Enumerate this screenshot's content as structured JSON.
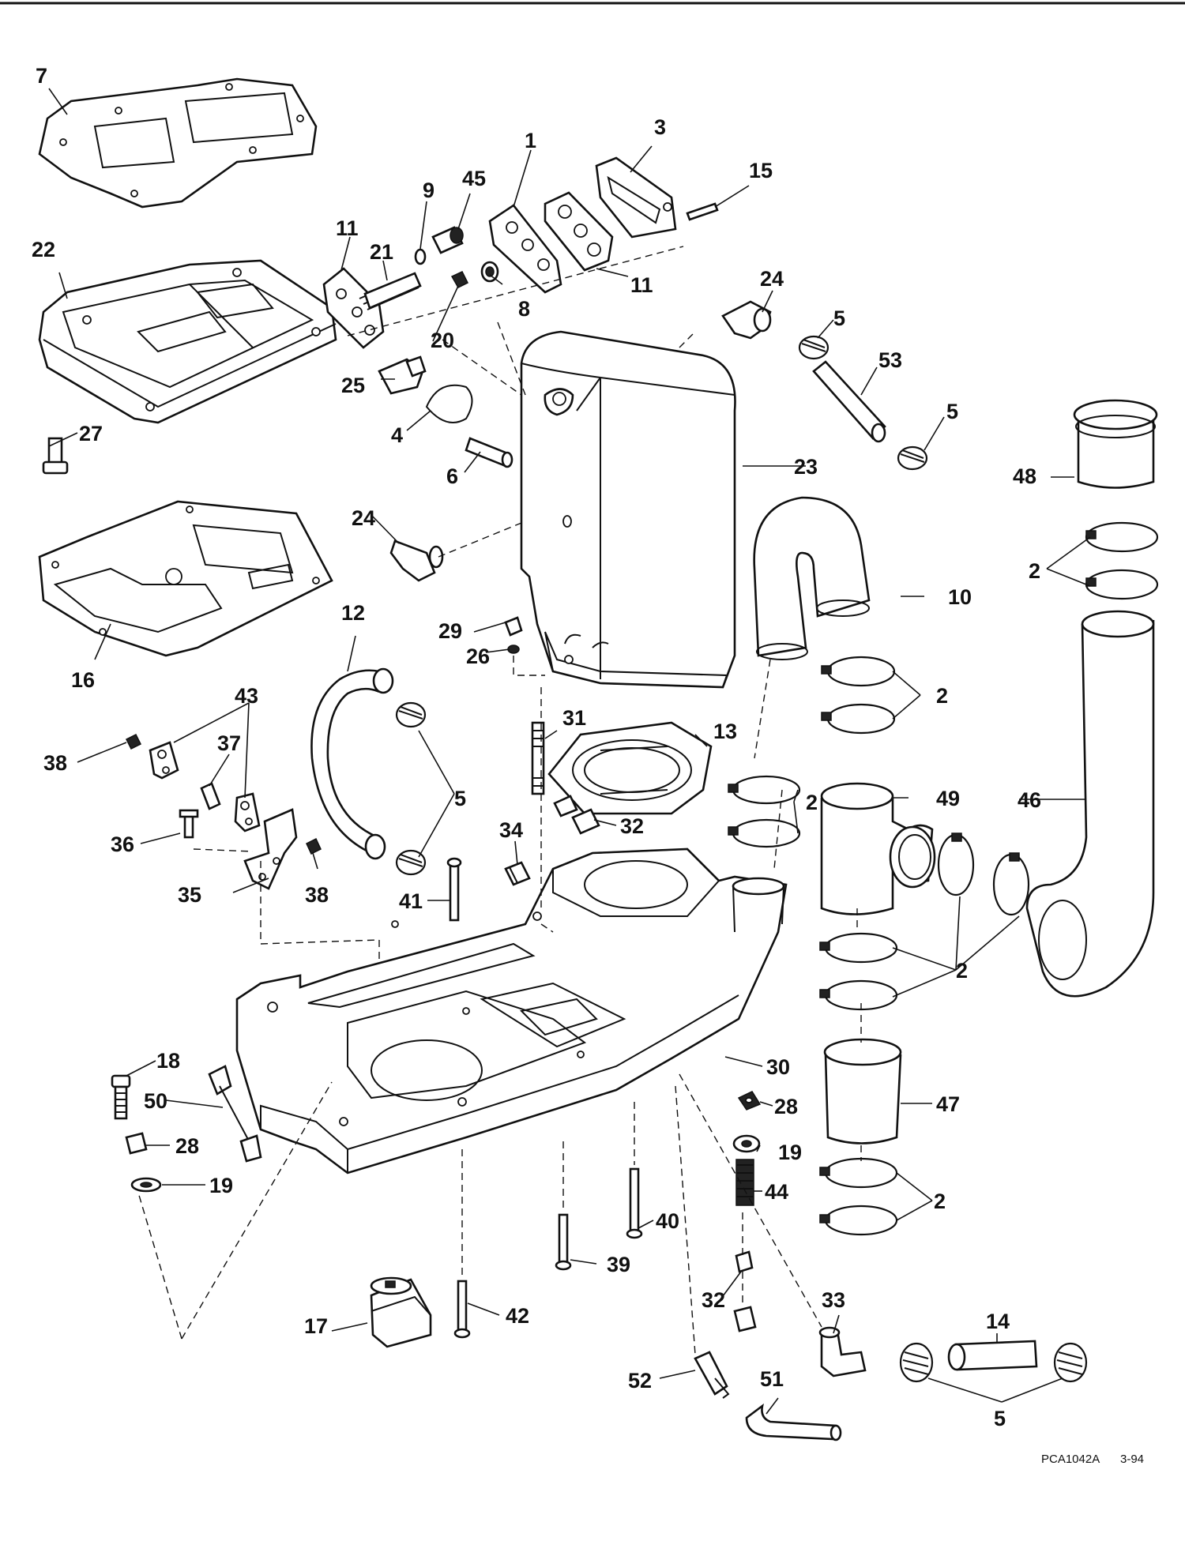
{
  "diagram": {
    "drawing_code": "PCA1042A",
    "revision_date": "3-94",
    "callouts": [
      {
        "id": "c7",
        "label": "7"
      },
      {
        "id": "c3",
        "label": "3"
      },
      {
        "id": "c1",
        "label": "1"
      },
      {
        "id": "c45",
        "label": "45"
      },
      {
        "id": "c9",
        "label": "9"
      },
      {
        "id": "c15",
        "label": "15"
      },
      {
        "id": "c22",
        "label": "22"
      },
      {
        "id": "c11a",
        "label": "11"
      },
      {
        "id": "c21",
        "label": "21"
      },
      {
        "id": "c11b",
        "label": "11"
      },
      {
        "id": "c8",
        "label": "8"
      },
      {
        "id": "c20",
        "label": "20"
      },
      {
        "id": "c24a",
        "label": "24"
      },
      {
        "id": "c5a",
        "label": "5"
      },
      {
        "id": "c53",
        "label": "53"
      },
      {
        "id": "c25",
        "label": "25"
      },
      {
        "id": "c4",
        "label": "4"
      },
      {
        "id": "c5b",
        "label": "5"
      },
      {
        "id": "c27",
        "label": "27"
      },
      {
        "id": "c6",
        "label": "6"
      },
      {
        "id": "c23",
        "label": "23"
      },
      {
        "id": "c48",
        "label": "48"
      },
      {
        "id": "c24b",
        "label": "24"
      },
      {
        "id": "c2a",
        "label": "2"
      },
      {
        "id": "c10",
        "label": "10"
      },
      {
        "id": "c12",
        "label": "12"
      },
      {
        "id": "c29",
        "label": "29"
      },
      {
        "id": "c26",
        "label": "26"
      },
      {
        "id": "c16",
        "label": "16"
      },
      {
        "id": "c2b",
        "label": "2"
      },
      {
        "id": "c43",
        "label": "43"
      },
      {
        "id": "c31",
        "label": "31"
      },
      {
        "id": "c13",
        "label": "13"
      },
      {
        "id": "c38a",
        "label": "38"
      },
      {
        "id": "c37",
        "label": "37"
      },
      {
        "id": "c5c",
        "label": "5"
      },
      {
        "id": "c49",
        "label": "49"
      },
      {
        "id": "c46",
        "label": "46"
      },
      {
        "id": "c2c",
        "label": "2"
      },
      {
        "id": "c32a",
        "label": "32"
      },
      {
        "id": "c34",
        "label": "34"
      },
      {
        "id": "c36",
        "label": "36"
      },
      {
        "id": "c35",
        "label": "35"
      },
      {
        "id": "c38b",
        "label": "38"
      },
      {
        "id": "c41",
        "label": "41"
      },
      {
        "id": "c2d",
        "label": "2"
      },
      {
        "id": "c18",
        "label": "18"
      },
      {
        "id": "c30",
        "label": "30"
      },
      {
        "id": "c50",
        "label": "50"
      },
      {
        "id": "c28a",
        "label": "28"
      },
      {
        "id": "c47",
        "label": "47"
      },
      {
        "id": "c28b",
        "label": "28"
      },
      {
        "id": "c19a",
        "label": "19"
      },
      {
        "id": "c19b",
        "label": "19"
      },
      {
        "id": "c44",
        "label": "44"
      },
      {
        "id": "c2e",
        "label": "2"
      },
      {
        "id": "c40",
        "label": "40"
      },
      {
        "id": "c39",
        "label": "39"
      },
      {
        "id": "c32b",
        "label": "32"
      },
      {
        "id": "c33",
        "label": "33"
      },
      {
        "id": "c14",
        "label": "14"
      },
      {
        "id": "c17",
        "label": "17"
      },
      {
        "id": "c42",
        "label": "42"
      },
      {
        "id": "c52",
        "label": "52"
      },
      {
        "id": "c51",
        "label": "51"
      },
      {
        "id": "c5d",
        "label": "5"
      }
    ]
  }
}
